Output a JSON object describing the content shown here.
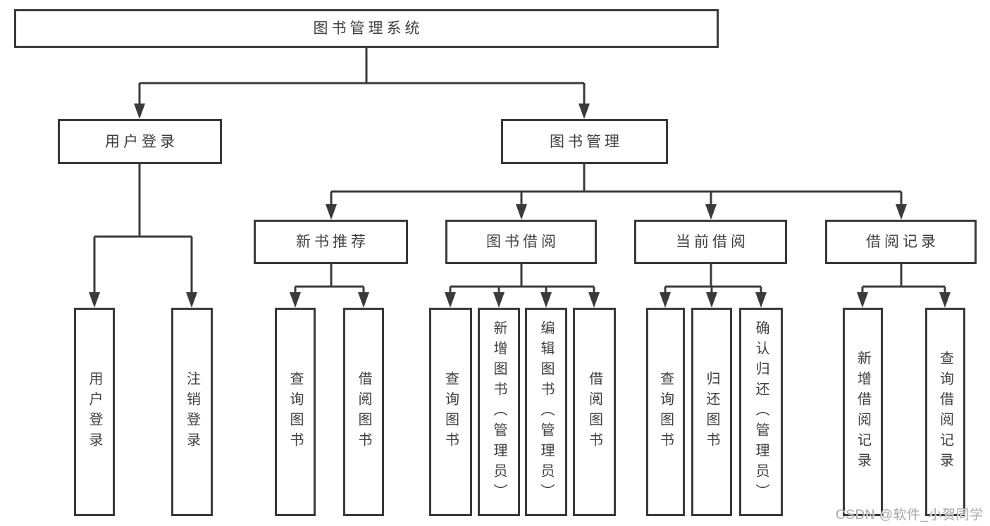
{
  "diagram": {
    "root": {
      "label": "图书管理系统"
    },
    "branches": [
      {
        "label": "用户登录",
        "children": [
          {
            "label": "用户登录"
          },
          {
            "label": "注销登录"
          }
        ]
      },
      {
        "label": "图书管理",
        "children": [
          {
            "label": "新书推荐",
            "children": [
              {
                "label": "查询图书"
              },
              {
                "label": "借阅图书"
              }
            ]
          },
          {
            "label": "图书借阅",
            "children": [
              {
                "label": "查询图书"
              },
              {
                "label": "新增图书（管理员）"
              },
              {
                "label": "编辑图书（管理员）"
              },
              {
                "label": "借阅图书"
              }
            ]
          },
          {
            "label": "当前借阅",
            "children": [
              {
                "label": "查询图书"
              },
              {
                "label": "归还图书"
              },
              {
                "label": "确认归还（管理员）"
              }
            ]
          },
          {
            "label": "借阅记录",
            "children": [
              {
                "label": "新增借阅记录"
              },
              {
                "label": "查询借阅记录"
              }
            ]
          }
        ]
      }
    ],
    "watermark": "CSDN @软件_小贺同学",
    "colors": {
      "line": "#3a3a3a",
      "text": "#3f3f3f",
      "watermark": "#ababab",
      "background": "#ffffff"
    }
  }
}
